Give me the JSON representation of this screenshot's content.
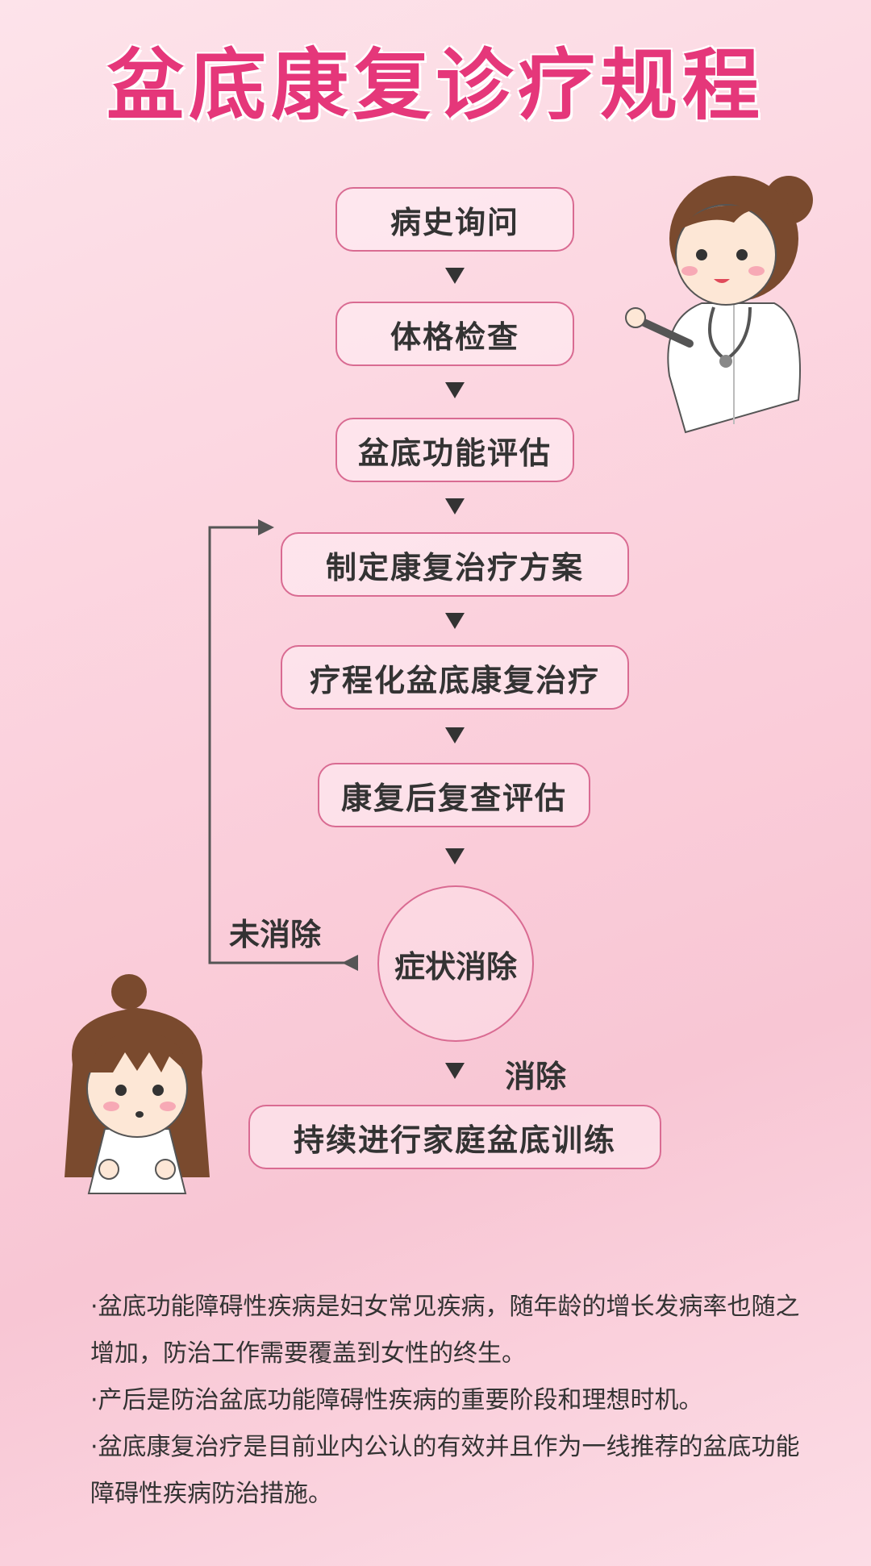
{
  "title": "盆底康复诊疗规程",
  "flow": {
    "step1": "病史询问",
    "step2": "体格检查",
    "step3": "盆底功能评估",
    "step4": "制定康复治疗方案",
    "step5": "疗程化盆底康复治疗",
    "step6": "康复后复查评估",
    "decision": "症状消除",
    "no_label": "未消除",
    "yes_label": "消除",
    "final": "持续进行家庭盆底训练"
  },
  "notes": [
    "·盆底功能障碍性疾病是妇女常见疾病，随年龄的增长发病率也随之增加，防治工作需要覆盖到女性的终生。",
    "·产后是防治盆底功能障碍性疾病的重要阶段和理想时机。",
    "·盆底康复治疗是目前业内公认的有效并且作为一线推荐的盆底功能障碍性疾病防治措施。"
  ],
  "colors": {
    "title": "#e5377a",
    "border": "#d96b92",
    "text": "#333333"
  }
}
